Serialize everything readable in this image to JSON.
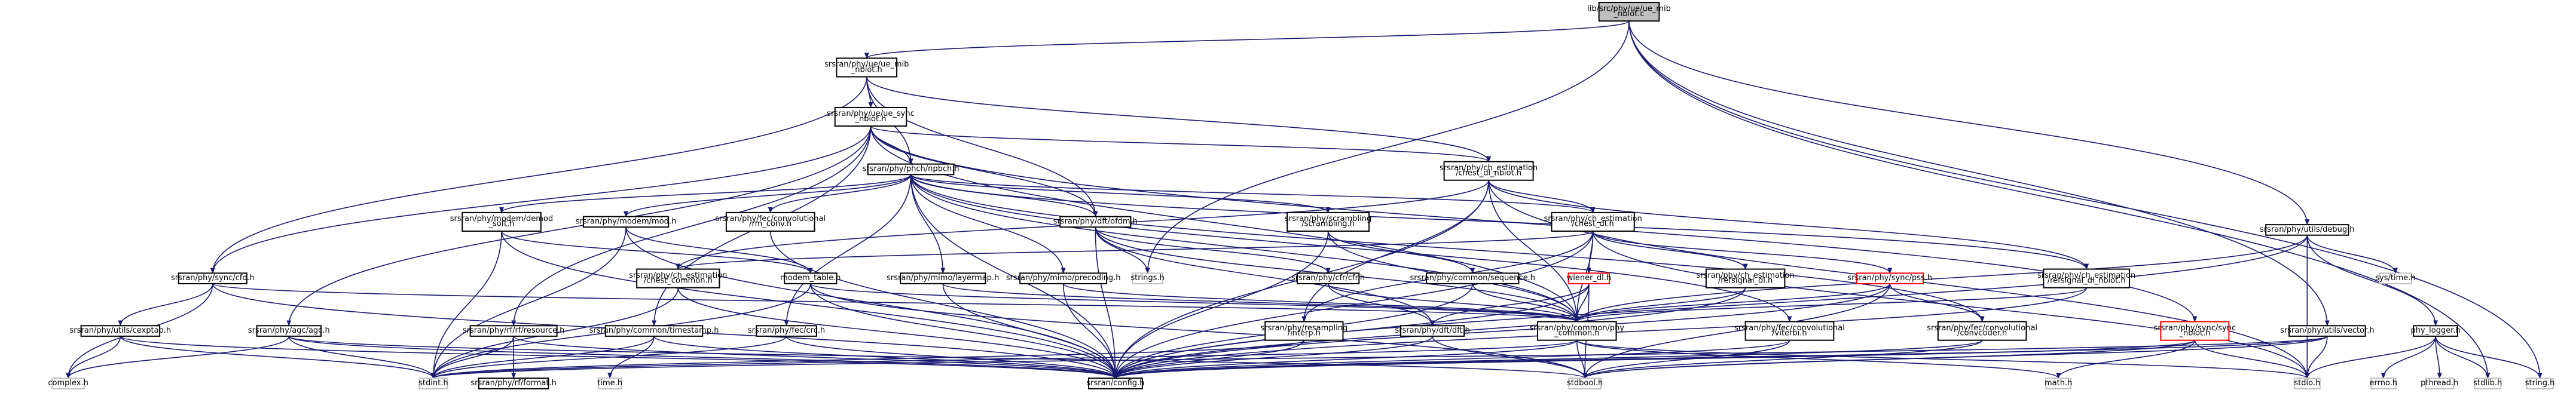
{
  "graph": {
    "colors": {
      "edge": "#191970",
      "node_fill": "#ffffff",
      "root_fill": "#bfbfbf",
      "warn_border": "#ff0000",
      "sys_border": "#bfbfbf"
    },
    "nodes": [
      {
        "id": "root",
        "lines": [
          "lib/src/phy/ue/ue_mib",
          "_nbiot.c"
        ],
        "style": "root"
      },
      {
        "id": "ue_mib",
        "lines": [
          "srsran/phy/ue/ue_mib",
          "_nbiot.h"
        ],
        "style": "std"
      },
      {
        "id": "ue_sync",
        "lines": [
          "srsran/phy/ue/ue_sync",
          "_nbiot.h"
        ],
        "style": "std"
      },
      {
        "id": "npbch",
        "lines": [
          "srsran/phy/phch/npbch.h"
        ],
        "style": "std"
      },
      {
        "id": "chest_dl_nbiot",
        "lines": [
          "srsran/phy/ch_estimation",
          "/chest_dl_nbiot.h"
        ],
        "style": "std"
      },
      {
        "id": "utils_debug",
        "lines": [
          "srsran/phy/utils/debug.h"
        ],
        "style": "std"
      },
      {
        "id": "demod_soft",
        "lines": [
          "srsran/phy/modem/demod",
          "_soft.h"
        ],
        "style": "std"
      },
      {
        "id": "modem_mod",
        "lines": [
          "srsran/phy/modem/mod.h"
        ],
        "style": "std"
      },
      {
        "id": "rm_conv",
        "lines": [
          "srsran/phy/fec/convolutional",
          "/rm_conv.h"
        ],
        "style": "std"
      },
      {
        "id": "ofdm",
        "lines": [
          "srsran/phy/dft/ofdm.h"
        ],
        "style": "std"
      },
      {
        "id": "scrambling",
        "lines": [
          "srsran/phy/scrambling",
          "/scrambling.h"
        ],
        "style": "std"
      },
      {
        "id": "chest_dl",
        "lines": [
          "srsran/phy/ch_estimation",
          "/chest_dl.h"
        ],
        "style": "std"
      },
      {
        "id": "cfo",
        "lines": [
          "srsran/phy/sync/cfo.h"
        ],
        "style": "std"
      },
      {
        "id": "chest_common",
        "lines": [
          "srsran/phy/ch_estimation",
          "/chest_common.h"
        ],
        "style": "std"
      },
      {
        "id": "modem_table",
        "lines": [
          "modem_table.h"
        ],
        "style": "std"
      },
      {
        "id": "layermap",
        "lines": [
          "srsran/phy/mimo/layermap.h"
        ],
        "style": "std"
      },
      {
        "id": "precoding",
        "lines": [
          "srsran/phy/mimo/precoding.h"
        ],
        "style": "std"
      },
      {
        "id": "cfr",
        "lines": [
          "srsran/phy/cfr/cfr.h"
        ],
        "style": "std"
      },
      {
        "id": "sequence",
        "lines": [
          "srsran/phy/common/sequence.h"
        ],
        "style": "std"
      },
      {
        "id": "wiener",
        "lines": [
          "wiener_dl.h"
        ],
        "style": "warn"
      },
      {
        "id": "refsignal",
        "lines": [
          "srsran/phy/ch_estimation",
          "/refsignal_dl.h"
        ],
        "style": "std"
      },
      {
        "id": "pss",
        "lines": [
          "srsran/phy/sync/pss.h"
        ],
        "style": "warn"
      },
      {
        "id": "refsignal_nbiot",
        "lines": [
          "srsran/phy/ch_estimation",
          "/refsignal_dl_nbiot.h"
        ],
        "style": "std"
      },
      {
        "id": "cexptab",
        "lines": [
          "srsran/phy/utils/cexptab.h"
        ],
        "style": "std"
      },
      {
        "id": "agc",
        "lines": [
          "srsran/phy/agc/agc.h"
        ],
        "style": "std"
      },
      {
        "id": "rf_resource",
        "lines": [
          "srsran/phy/rf/rf/resource.h"
        ],
        "style": "std"
      },
      {
        "id": "timestamp",
        "lines": [
          "srsran/phy/common/timestamp.h"
        ],
        "style": "std"
      },
      {
        "id": "crc",
        "lines": [
          "srsran/phy/fec/crc.h"
        ],
        "style": "std"
      },
      {
        "id": "interp",
        "lines": [
          "srsran/phy/resampling",
          "/interp.h"
        ],
        "style": "std"
      },
      {
        "id": "dft",
        "lines": [
          "srsran/phy/dft/dft.h"
        ],
        "style": "std"
      },
      {
        "id": "phy_common",
        "lines": [
          "srsran/phy/common/phy",
          "_common.h"
        ],
        "style": "std"
      },
      {
        "id": "viterbi",
        "lines": [
          "srsran/phy/fec/convolutional",
          "/viterbi.h"
        ],
        "style": "std"
      },
      {
        "id": "convcoder",
        "lines": [
          "srsran/phy/fec/convolutional",
          "/convcoder.h"
        ],
        "style": "std"
      },
      {
        "id": "sync_nbiot",
        "lines": [
          "srsran/phy/sync/sync",
          "_nbiot.h"
        ],
        "style": "warn"
      },
      {
        "id": "vector",
        "lines": [
          "srsran/phy/utils/vector.h"
        ],
        "style": "std"
      },
      {
        "id": "phy_logger",
        "lines": [
          "phy_logger.h"
        ],
        "style": "std"
      },
      {
        "id": "complex_h",
        "lines": [
          "complex.h"
        ],
        "style": "sys"
      },
      {
        "id": "stdint_h",
        "lines": [
          "stdint.h"
        ],
        "style": "sys"
      },
      {
        "id": "rf_format",
        "lines": [
          "srsran/phy/rf/format.h"
        ],
        "style": "std"
      },
      {
        "id": "time_h",
        "lines": [
          "time.h"
        ],
        "style": "sys"
      },
      {
        "id": "config",
        "lines": [
          "srsran/config.h"
        ],
        "style": "std"
      },
      {
        "id": "strings_h",
        "lines": [
          "strings.h"
        ],
        "style": "sys"
      },
      {
        "id": "stdbool_h",
        "lines": [
          "stdbool.h"
        ],
        "style": "sys"
      },
      {
        "id": "math_h",
        "lines": [
          "math.h"
        ],
        "style": "sys"
      },
      {
        "id": "stdio_h",
        "lines": [
          "stdio.h"
        ],
        "style": "sys"
      },
      {
        "id": "systime_h",
        "lines": [
          "sys/time.h"
        ],
        "style": "sys"
      },
      {
        "id": "errno_h",
        "lines": [
          "errno.h"
        ],
        "style": "sys"
      },
      {
        "id": "pthread_h",
        "lines": [
          "pthread.h"
        ],
        "style": "sys"
      },
      {
        "id": "stdlib_h",
        "lines": [
          "stdlib.h"
        ],
        "style": "sys"
      },
      {
        "id": "string_h",
        "lines": [
          "string.h"
        ],
        "style": "sys"
      }
    ],
    "edges": [
      [
        "root",
        "ue_mib"
      ],
      [
        "root",
        "strings_h"
      ],
      [
        "root",
        "utils_debug"
      ],
      [
        "root",
        "vector"
      ],
      [
        "root",
        "stdlib_h"
      ],
      [
        "root",
        "string_h"
      ],
      [
        "ue_mib",
        "ue_sync"
      ],
      [
        "ue_mib",
        "npbch"
      ],
      [
        "ue_mib",
        "cfo"
      ],
      [
        "ue_mib",
        "ofdm"
      ],
      [
        "ue_mib",
        "chest_dl_nbiot"
      ],
      [
        "ue_sync",
        "npbch"
      ],
      [
        "ue_sync",
        "agc"
      ],
      [
        "ue_sync",
        "cfo"
      ],
      [
        "ue_sync",
        "rf_resource"
      ],
      [
        "ue_sync",
        "chest_dl_nbiot"
      ],
      [
        "ue_sync",
        "ofdm"
      ],
      [
        "ue_sync",
        "sync_nbiot"
      ],
      [
        "ue_sync",
        "timestamp"
      ],
      [
        "ue_sync",
        "phy_common"
      ],
      [
        "npbch",
        "demod_soft"
      ],
      [
        "npbch",
        "modem_mod"
      ],
      [
        "npbch",
        "rm_conv"
      ],
      [
        "npbch",
        "ofdm"
      ],
      [
        "npbch",
        "scrambling"
      ],
      [
        "npbch",
        "layermap"
      ],
      [
        "npbch",
        "precoding"
      ],
      [
        "npbch",
        "crc"
      ],
      [
        "npbch",
        "viterbi"
      ],
      [
        "npbch",
        "convcoder"
      ],
      [
        "npbch",
        "chest_dl"
      ],
      [
        "npbch",
        "phy_common"
      ],
      [
        "npbch",
        "config"
      ],
      [
        "npbch",
        "refsignal_nbiot"
      ],
      [
        "chest_dl_nbiot",
        "chest_dl"
      ],
      [
        "chest_dl_nbiot",
        "refsignal_nbiot"
      ],
      [
        "chest_dl_nbiot",
        "chest_common"
      ],
      [
        "chest_dl_nbiot",
        "phy_common"
      ],
      [
        "chest_dl_nbiot",
        "interp"
      ],
      [
        "chest_dl_nbiot",
        "config"
      ],
      [
        "chest_dl_nbiot",
        "stdio_h"
      ],
      [
        "utils_debug",
        "phy_logger"
      ],
      [
        "utils_debug",
        "stdio_h"
      ],
      [
        "utils_debug",
        "systime_h"
      ],
      [
        "utils_debug",
        "config"
      ],
      [
        "utils_debug",
        "phy_common"
      ],
      [
        "demod_soft",
        "modem_table"
      ],
      [
        "demod_soft",
        "config"
      ],
      [
        "demod_soft",
        "stdint_h"
      ],
      [
        "modem_mod",
        "modem_table"
      ],
      [
        "modem_mod",
        "config"
      ],
      [
        "modem_mod",
        "stdint_h"
      ],
      [
        "rm_conv",
        "config"
      ],
      [
        "ofdm",
        "strings_h"
      ],
      [
        "ofdm",
        "dft"
      ],
      [
        "ofdm",
        "cfr"
      ],
      [
        "ofdm",
        "phy_common"
      ],
      [
        "ofdm",
        "config"
      ],
      [
        "scrambling",
        "sequence"
      ],
      [
        "scrambling",
        "config"
      ],
      [
        "scrambling",
        "phy_common"
      ],
      [
        "chest_dl",
        "wiener"
      ],
      [
        "chest_dl",
        "refsignal"
      ],
      [
        "chest_dl",
        "pss"
      ],
      [
        "chest_dl",
        "chest_common"
      ],
      [
        "chest_dl",
        "interp"
      ],
      [
        "chest_dl",
        "phy_common"
      ],
      [
        "chest_dl",
        "config"
      ],
      [
        "chest_dl",
        "stdio_h"
      ],
      [
        "cfo",
        "cexptab"
      ],
      [
        "cfo",
        "config"
      ],
      [
        "cfo",
        "complex_h"
      ],
      [
        "cfo",
        "phy_common"
      ],
      [
        "chest_common",
        "stdint_h"
      ],
      [
        "chest_common",
        "config"
      ],
      [
        "modem_table",
        "phy_common"
      ],
      [
        "modem_table",
        "config"
      ],
      [
        "modem_table",
        "stdint_h"
      ],
      [
        "modem_table",
        "stdbool_h"
      ],
      [
        "layermap",
        "config"
      ],
      [
        "layermap",
        "phy_common"
      ],
      [
        "precoding",
        "config"
      ],
      [
        "precoding",
        "phy_common"
      ],
      [
        "cfr",
        "dft"
      ],
      [
        "cfr",
        "phy_common"
      ],
      [
        "sequence",
        "phy_common"
      ],
      [
        "sequence",
        "config"
      ],
      [
        "wiener",
        "phy_common"
      ],
      [
        "wiener",
        "config"
      ],
      [
        "wiener",
        "dft"
      ],
      [
        "wiener",
        "stdbool_h"
      ],
      [
        "refsignal",
        "phy_common"
      ],
      [
        "refsignal",
        "config"
      ],
      [
        "pss",
        "phy_common"
      ],
      [
        "pss",
        "convcoder"
      ],
      [
        "pss",
        "config"
      ],
      [
        "pss",
        "stdbool_h"
      ],
      [
        "refsignal_nbiot",
        "phy_common"
      ],
      [
        "refsignal_nbiot",
        "config"
      ],
      [
        "cexptab",
        "complex_h"
      ],
      [
        "cexptab",
        "config"
      ],
      [
        "cexptab",
        "stdint_h"
      ],
      [
        "agc",
        "complex_h"
      ],
      [
        "agc",
        "stdint_h"
      ],
      [
        "agc",
        "config"
      ],
      [
        "agc",
        "stdbool_h"
      ],
      [
        "rf_resource",
        "rf_format"
      ],
      [
        "rf_resource",
        "stdint_h"
      ],
      [
        "rf_resource",
        "config"
      ],
      [
        "timestamp",
        "time_h"
      ],
      [
        "timestamp",
        "stdint_h"
      ],
      [
        "timestamp",
        "config"
      ],
      [
        "crc",
        "stdint_h"
      ],
      [
        "crc",
        "config"
      ],
      [
        "interp",
        "config"
      ],
      [
        "interp",
        "stdint_h"
      ],
      [
        "dft",
        "config"
      ],
      [
        "dft",
        "stdbool_h"
      ],
      [
        "phy_common",
        "config"
      ],
      [
        "phy_common",
        "stdint_h"
      ],
      [
        "phy_common",
        "stdbool_h"
      ],
      [
        "phy_common",
        "math_h"
      ],
      [
        "phy_common",
        "stdio_h"
      ],
      [
        "viterbi",
        "config"
      ],
      [
        "viterbi",
        "stdbool_h"
      ],
      [
        "convcoder",
        "config"
      ],
      [
        "convcoder",
        "stdbool_h"
      ],
      [
        "sync_nbiot",
        "config"
      ],
      [
        "sync_nbiot",
        "math_h"
      ],
      [
        "sync_nbiot",
        "stdbool_h"
      ],
      [
        "sync_nbiot",
        "stdio_h"
      ],
      [
        "vector",
        "config"
      ],
      [
        "vector",
        "stdbool_h"
      ],
      [
        "vector",
        "stdint_h"
      ],
      [
        "vector",
        "stdio_h"
      ],
      [
        "phy_logger",
        "stdio_h"
      ],
      [
        "phy_logger",
        "errno_h"
      ],
      [
        "phy_logger",
        "pthread_h"
      ],
      [
        "phy_logger",
        "stdlib_h"
      ],
      [
        "phy_logger",
        "string_h"
      ]
    ]
  }
}
